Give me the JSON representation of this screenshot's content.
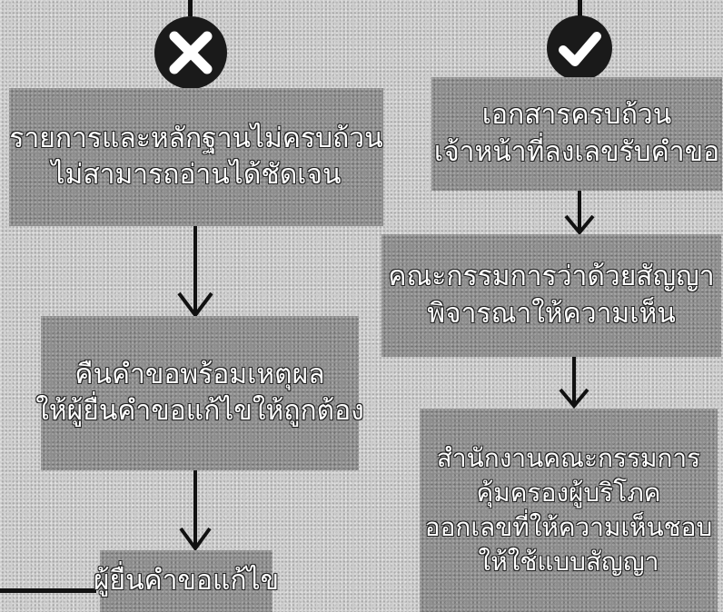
{
  "left_column": {
    "status_icon": "cross-circle-icon",
    "boxes": [
      {
        "lines": [
          "รายการและหลักฐานไม่ครบถ้วน",
          "ไม่สามารถอ่านได้ชัดเจน"
        ]
      },
      {
        "lines": [
          "คืนคำขอพร้อมเหตุผล",
          "ให้ผู้ยื่นคำขอแก้ไขให้ถูกต้อง"
        ]
      },
      {
        "lines": [
          "ผู้ยื่นคำขอแก้ไข"
        ]
      }
    ]
  },
  "right_column": {
    "status_icon": "check-circle-icon",
    "boxes": [
      {
        "lines": [
          "เอกสารครบถ้วน",
          "เจ้าหน้าที่ลงเลขรับคำขอ"
        ]
      },
      {
        "lines": [
          "คณะกรรมการว่าด้วยสัญญา",
          "พิจารณาให้ความเห็น"
        ]
      },
      {
        "lines": [
          "สำนักงานคณะกรรมการ",
          "คุ้มครองผู้บริโภค",
          "ออกเลขที่ให้ความเห็นชอบ",
          "ให้ใช้แบบสัญญา"
        ]
      }
    ]
  },
  "colors": {
    "box_fill": "#8d8d8d",
    "icon_fill": "#1a1a1a",
    "line": "#111111"
  }
}
